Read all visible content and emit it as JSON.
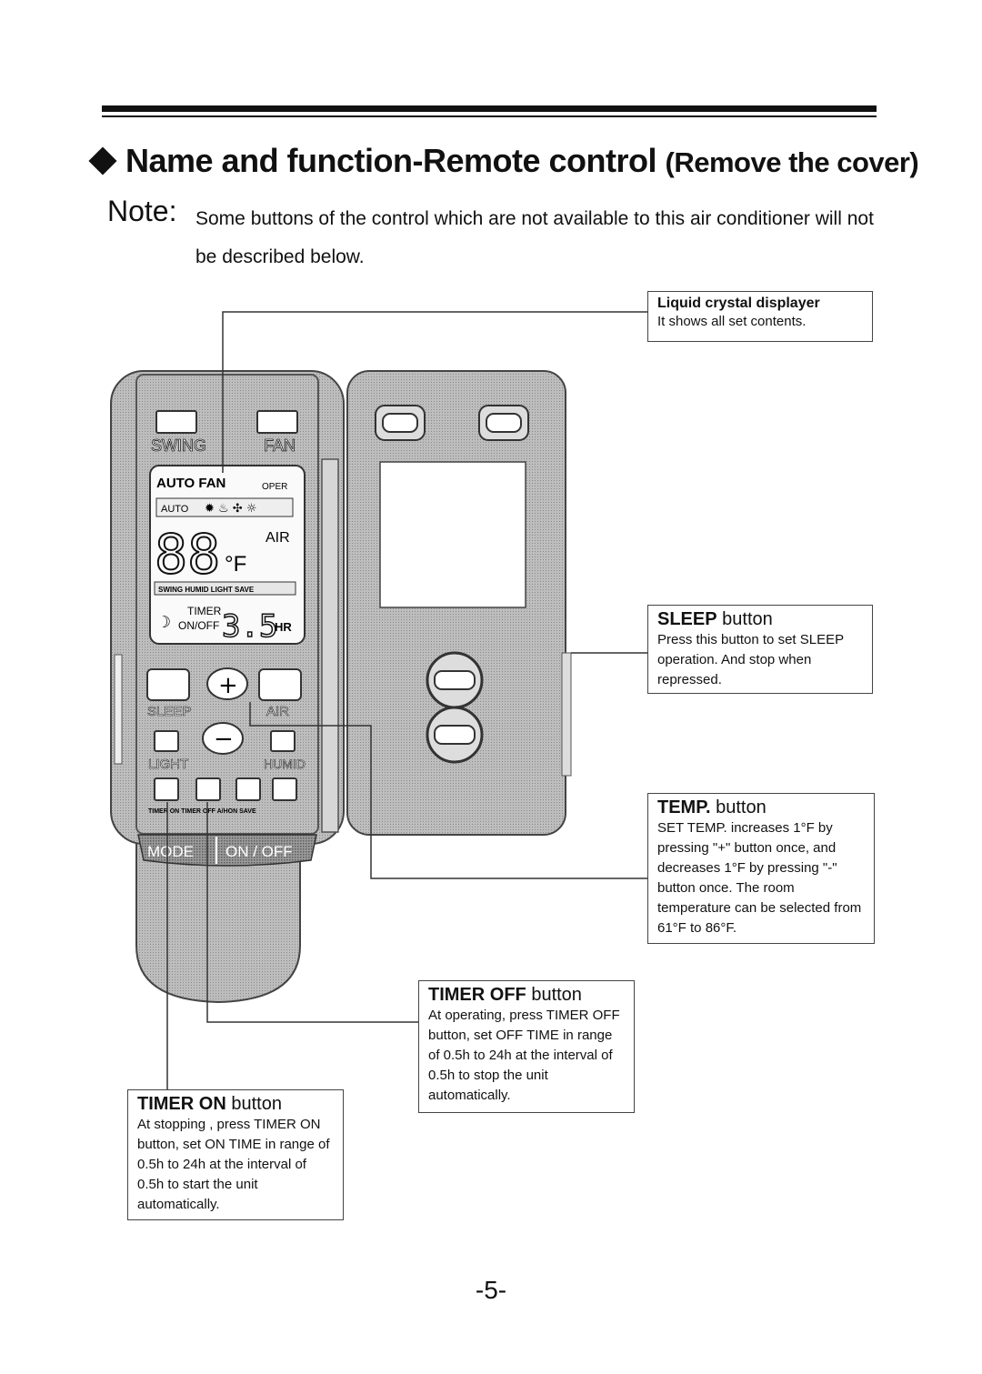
{
  "title": {
    "main": "Name and function-Remote control",
    "sub": "(Remove the cover)"
  },
  "note": {
    "label": "Note:",
    "text": "Some buttons of the control which are not available to this air conditioner will not be described below."
  },
  "remote": {
    "swing": "SWING",
    "fan": "FAN",
    "auto_fan": "AUTO FAN",
    "oper": "OPER",
    "auto": "AUTO",
    "digits": "88",
    "deg": "°F",
    "air": "AIR",
    "bar": "SWING HUMID LIGHT SAVE",
    "timer": "TIMER",
    "onoff": "ON/OFF",
    "timer_val": "3.5",
    "hr": "HR",
    "sleep": "SLEEP",
    "air_btn": "AIR",
    "light": "LIGHT",
    "humid": "HUMID",
    "bottom_labels": "TIMER ON   TIMER OFF   A/HON   SAVE",
    "mode": "MODE",
    "on_off": "ON / OFF",
    "plus": "+",
    "minus": "−"
  },
  "callouts": {
    "lcd": {
      "title": "Liquid crystal displayer",
      "body": "It shows all set contents."
    },
    "sleep": {
      "bold": "SLEEP",
      "rest": " button",
      "body": "Press this button to set SLEEP operation. And stop when repressed."
    },
    "temp": {
      "bold": "TEMP.",
      "rest": " button",
      "body": "SET TEMP. increases 1°F by pressing \"+\" button once, and decreases 1°F by pressing \"-\" button once. The room temperature can be selected from 61°F to 86°F."
    },
    "timer_off": {
      "bold": "TIMER OFF",
      "rest": " button",
      "body": "At operating, press TIMER OFF button, set OFF TIME in range of 0.5h to 24h at the interval of 0.5h to stop the unit automatically."
    },
    "timer_on": {
      "bold": "TIMER ON",
      "rest": " button",
      "body": "At stopping , press TIMER ON button, set ON TIME in range of 0.5h to 24h at the interval of 0.5h to start the unit automatically."
    }
  },
  "page_number": "-5-"
}
